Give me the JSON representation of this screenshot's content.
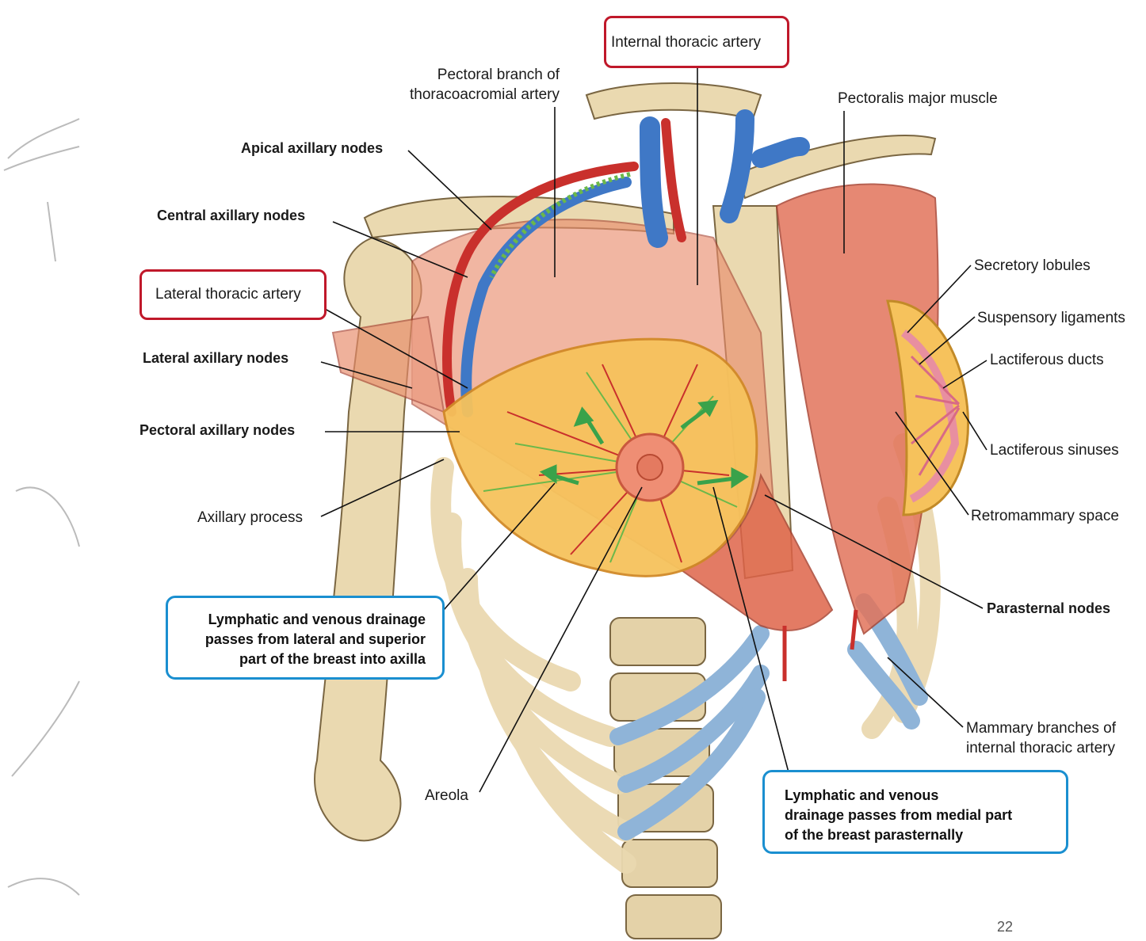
{
  "labels": {
    "internal_thoracic_artery": "Internal thoracic artery",
    "pectoral_branch_line1": "Pectoral branch of",
    "pectoral_branch_line2": "thoracoacromial artery",
    "pectoralis_major": "Pectoralis major muscle",
    "apical_nodes": "Apical axillary nodes",
    "central_nodes": "Central axillary nodes",
    "lateral_thoracic_artery": "Lateral thoracic artery",
    "lateral_nodes": "Lateral axillary nodes",
    "pectoral_nodes": "Pectoral axillary nodes",
    "axillary_process": "Axillary process",
    "secretory_lobules": "Secretory lobules",
    "suspensory_ligaments": "Suspensory ligaments",
    "lactiferous_ducts": "Lactiferous ducts",
    "lactiferous_sinuses": "Lactiferous sinuses",
    "retromammary_space": "Retromammary space",
    "parasternal_nodes": "Parasternal nodes",
    "mammary_branches_line1": "Mammary branches of",
    "mammary_branches_line2": "internal thoracic artery",
    "areola": "Areola"
  },
  "callouts": {
    "axilla_line1": "Lymphatic and venous drainage",
    "axilla_line2": "passes from lateral and superior",
    "axilla_line3": "part of the breast into axilla",
    "parasternal_line1": "Lymphatic and venous",
    "parasternal_line2": "drainage passes from medial part",
    "parasternal_line3": "of the breast parasternally"
  },
  "page_number": "22",
  "colors": {
    "highlight_red": "#c0182a",
    "highlight_blue": "#1a8fd0",
    "bone": "#ead9b0",
    "muscle": "#e2735a",
    "breast": "#f6c25c",
    "artery": "#c9302c",
    "vein": "#3f78c6",
    "lymph": "#6bb84a"
  }
}
